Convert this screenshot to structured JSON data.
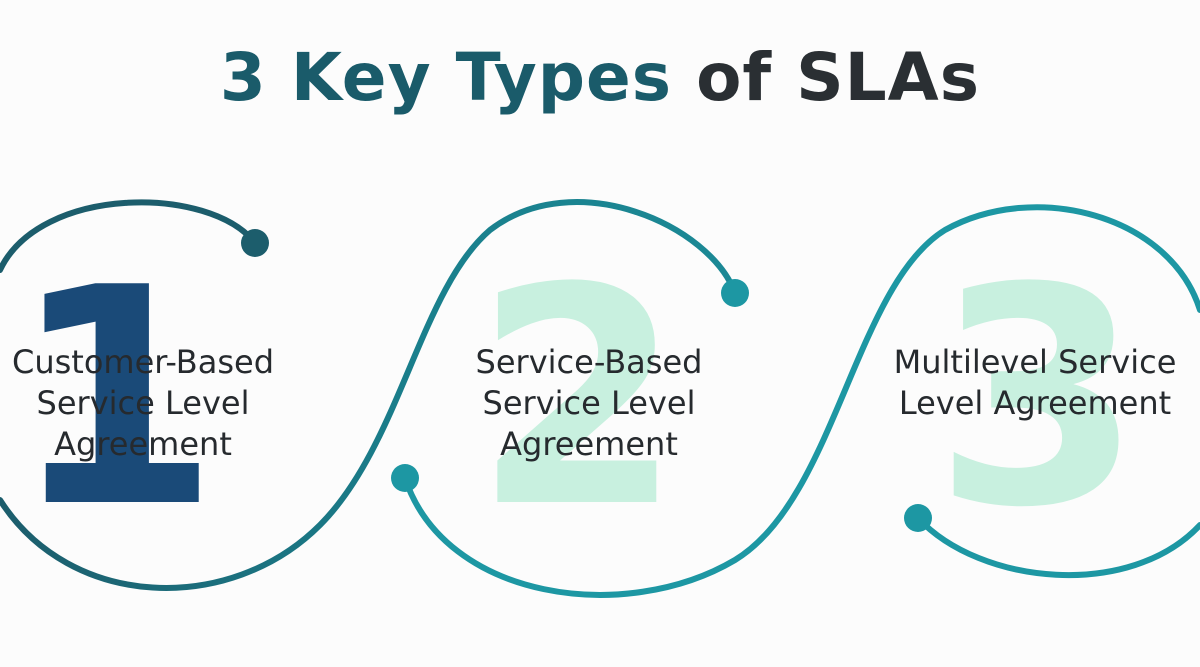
{
  "title": {
    "accent": "3 Key Types",
    "rest": "of SLAs"
  },
  "steps": [
    {
      "number": "1",
      "lines": [
        "Customer-Based",
        "Service Level",
        "Agreement"
      ]
    },
    {
      "number": "2",
      "lines": [
        "Service-Based",
        "Service Level",
        "Agreement"
      ]
    },
    {
      "number": "3",
      "lines": [
        "Multilevel Service",
        "Level Agreement"
      ]
    }
  ],
  "colors": {
    "title_accent": "#1a5b6a",
    "title_rest": "#2a2f33",
    "line_dark": "#1c5d6c",
    "line_teal": "#1d97a3",
    "number_1": "#1a4a78",
    "number_2_3": "#c8f0df",
    "label_text": "#262a2e",
    "background": "#fcfcfc"
  }
}
